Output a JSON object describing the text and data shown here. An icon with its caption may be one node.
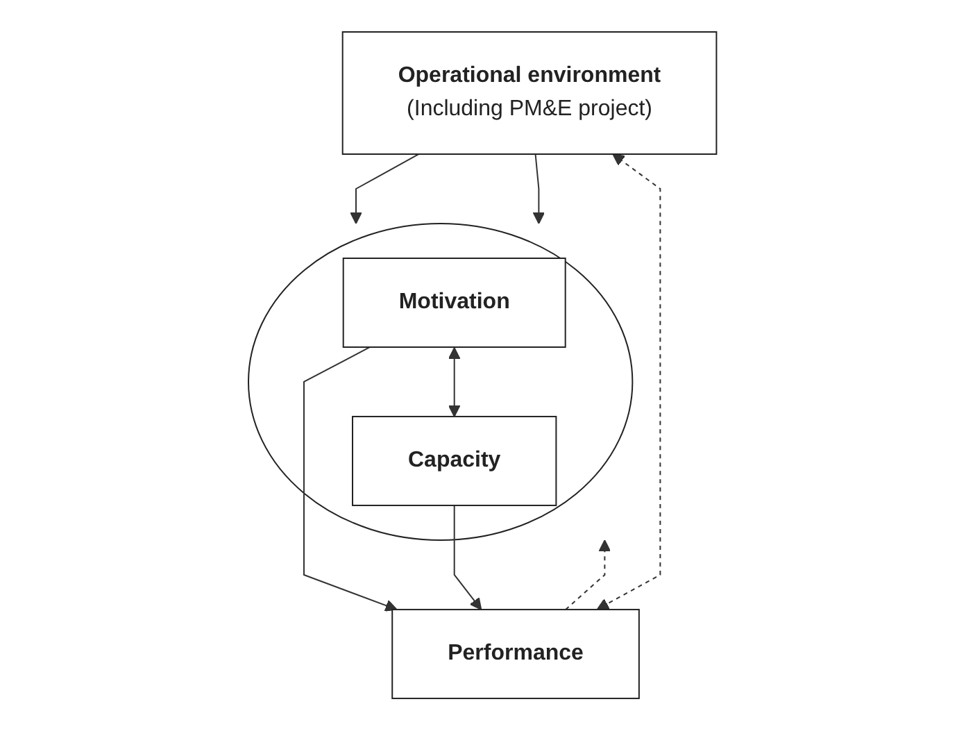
{
  "diagram": {
    "nodes": [
      {
        "text": [
          "Operational environment",
          "(Including PM&E project)"
        ]
      },
      {
        "text": [],
        "shape": "ellipse"
      },
      {
        "text": [
          "Motivation"
        ],
        "in": 1
      },
      {
        "text": [
          "Capacity"
        ],
        "in": 1
      },
      {
        "text": [
          "Performance"
        ]
      }
    ],
    "edges": [
      {
        "from": 0,
        "to": 1,
        "arrow": "to"
      },
      {
        "from": 0,
        "to": 1,
        "arrow": "to"
      },
      {
        "from": 2,
        "to": 4,
        "arrow": "to"
      },
      {
        "from": 3,
        "to": 4,
        "arrow": "to"
      },
      {
        "from": 2,
        "to": 3,
        "arrow": "both"
      },
      {
        "from": 4,
        "to": 1,
        "arrow": "to",
        "style": "dashed"
      },
      {
        "from": 4,
        "to": 0,
        "arrow": "both",
        "style": "dashed"
      }
    ]
  }
}
